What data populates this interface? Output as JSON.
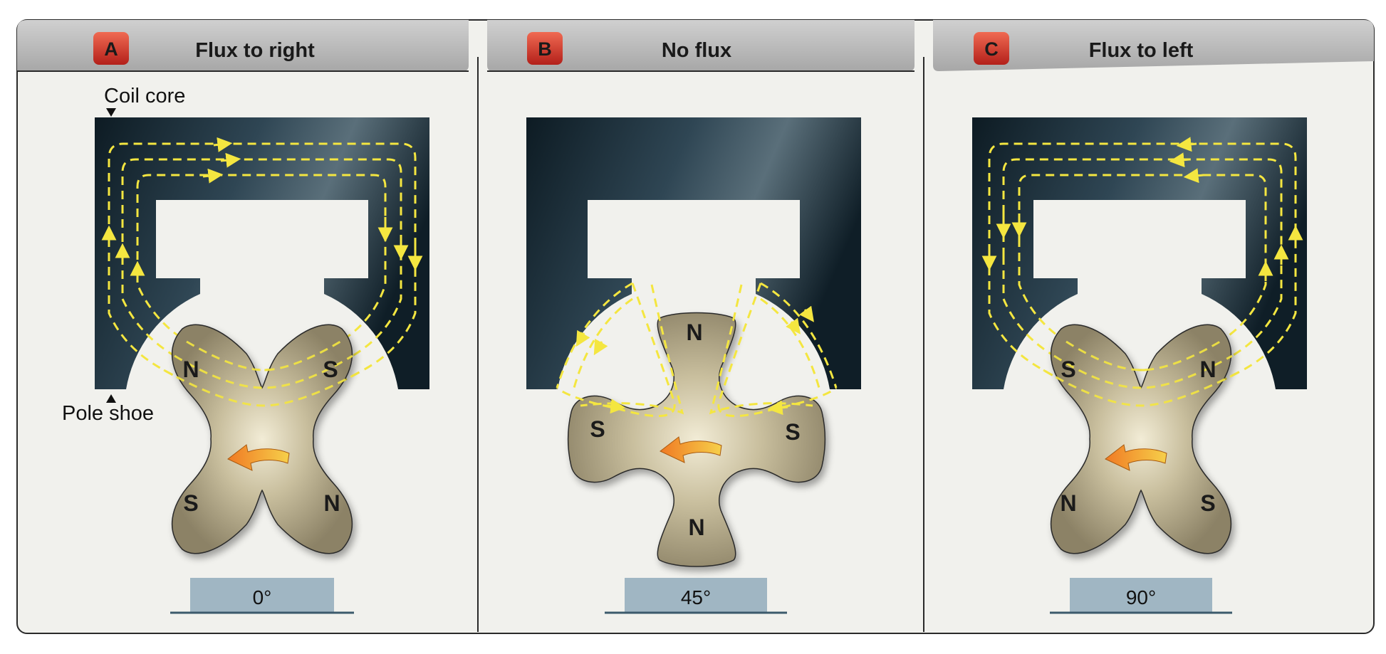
{
  "panels": [
    {
      "letter": "A",
      "title": "Flux to right",
      "angle": "0°",
      "poles": {
        "tl": "N",
        "tr": "S",
        "bl": "S",
        "br": "N"
      }
    },
    {
      "letter": "B",
      "title": "No flux",
      "angle": "45°",
      "poles": {
        "top": "N",
        "left": "S",
        "right": "S",
        "bottom": "N"
      }
    },
    {
      "letter": "C",
      "title": "Flux to left",
      "angle": "90°",
      "poles": {
        "tl": "S",
        "tr": "N",
        "bl": "N",
        "br": "S"
      }
    }
  ],
  "labels": {
    "coil_core": "Coil core",
    "pole_shoe": "Pole shoe"
  },
  "colors": {
    "core": "#1c2e38",
    "rotor": "#b2a785",
    "flux": "#f4e640",
    "arrow": "#f09a30",
    "badge": "#d9392b",
    "header": "#b9b9b9",
    "angle_box": "#a0b6c3"
  }
}
